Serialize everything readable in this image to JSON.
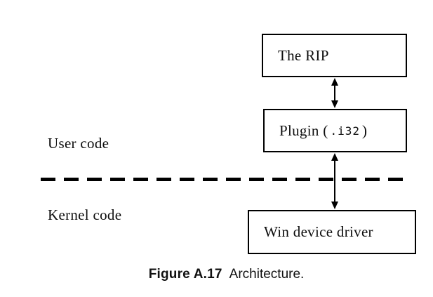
{
  "figure": {
    "boxes": {
      "rip": {
        "label": "The RIP"
      },
      "plugin": {
        "label_prefix": "Plugin (",
        "label_mono": ".i32",
        "label_suffix": ")"
      },
      "driver": {
        "label": "Win device driver"
      }
    },
    "side_labels": {
      "user": "User code",
      "kernel": "Kernel code"
    },
    "caption": {
      "number": "Figure A.17",
      "text": "Architecture."
    },
    "colors": {
      "line": "#000000",
      "text": "#0d0d0d",
      "background": "#ffffff"
    }
  }
}
